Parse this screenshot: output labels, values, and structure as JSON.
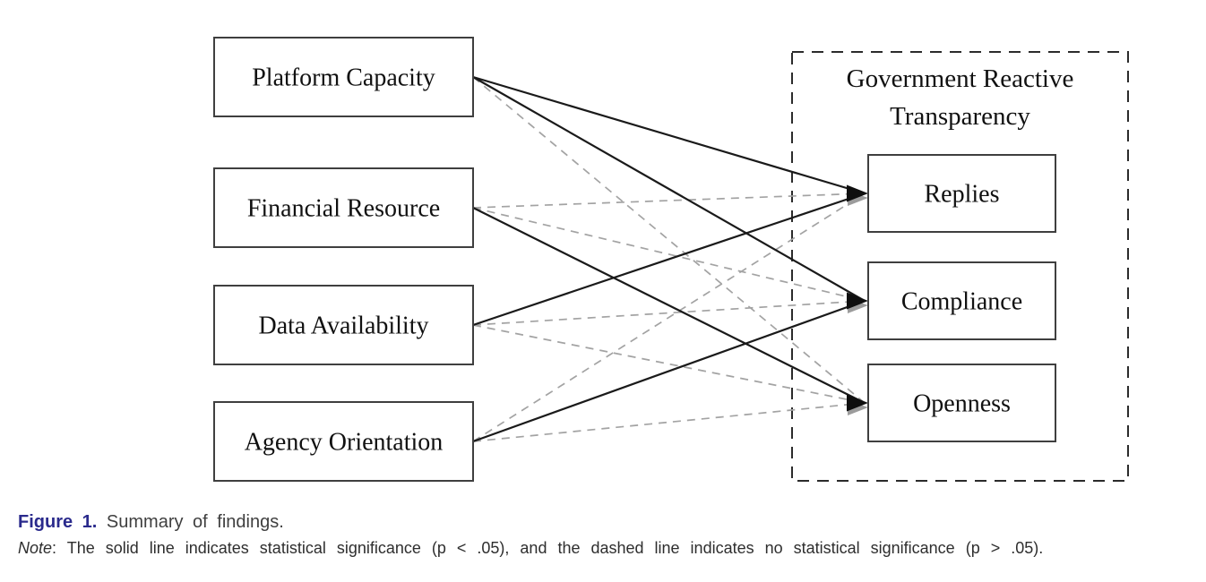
{
  "diagram": {
    "left_nodes": [
      {
        "id": "platform-capacity",
        "label": "Platform Capacity"
      },
      {
        "id": "financial-resource",
        "label": "Financial Resource"
      },
      {
        "id": "data-availability",
        "label": "Data Availability"
      },
      {
        "id": "agency-orientation",
        "label": "Agency Orientation"
      }
    ],
    "group": {
      "title_line1": "Government Reactive",
      "title_line2": "Transparency",
      "nodes": [
        {
          "id": "replies",
          "label": "Replies"
        },
        {
          "id": "compliance",
          "label": "Compliance"
        },
        {
          "id": "openness",
          "label": "Openness"
        }
      ]
    },
    "edges": [
      {
        "from": "platform-capacity",
        "to": "replies",
        "style": "solid"
      },
      {
        "from": "platform-capacity",
        "to": "compliance",
        "style": "solid"
      },
      {
        "from": "platform-capacity",
        "to": "openness",
        "style": "dashed"
      },
      {
        "from": "financial-resource",
        "to": "replies",
        "style": "dashed"
      },
      {
        "from": "financial-resource",
        "to": "compliance",
        "style": "dashed"
      },
      {
        "from": "financial-resource",
        "to": "openness",
        "style": "solid"
      },
      {
        "from": "data-availability",
        "to": "replies",
        "style": "solid"
      },
      {
        "from": "data-availability",
        "to": "compliance",
        "style": "dashed"
      },
      {
        "from": "data-availability",
        "to": "openness",
        "style": "dashed"
      },
      {
        "from": "agency-orientation",
        "to": "replies",
        "style": "dashed"
      },
      {
        "from": "agency-orientation",
        "to": "compliance",
        "style": "solid"
      },
      {
        "from": "agency-orientation",
        "to": "openness",
        "style": "dashed"
      }
    ],
    "legend": {
      "solid_meaning": "statistical significance (p < .05)",
      "dashed_meaning": "no statistical significance (p > .05)"
    },
    "colors": {
      "solid_line": "#1a1a1a",
      "dashed_line": "#a3a3a3",
      "box_border": "#3f3f3f",
      "group_border": "#2b2b2b",
      "text": "#111111"
    }
  },
  "caption": {
    "figure_label": "Figure 1.",
    "figure_text": "Summary of findings.",
    "note_label": "Note",
    "note_text": ": The solid line indicates statistical significance (p < .05), and the dashed line indicates no statistical significance (p > .05).",
    "label_color": "#2a2a8c"
  }
}
